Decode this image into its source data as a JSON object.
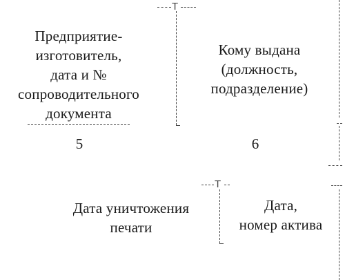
{
  "table": {
    "header_row": {
      "col5_lines": [
        "Предприятие-",
        "изготовитель,",
        "дата и №",
        "сопроводительного",
        "документа"
      ],
      "col6_lines": [
        "Кому выдана",
        "(должность,",
        "подразделение)"
      ]
    },
    "column_numbers": {
      "col5": "5",
      "col6": "6"
    },
    "second_row": {
      "destroy_lines": [
        "Дата уничтожения",
        "печати"
      ],
      "act_lines": [
        "Дата,",
        "номер актива"
      ]
    }
  },
  "marks": {
    "tee": "T"
  }
}
